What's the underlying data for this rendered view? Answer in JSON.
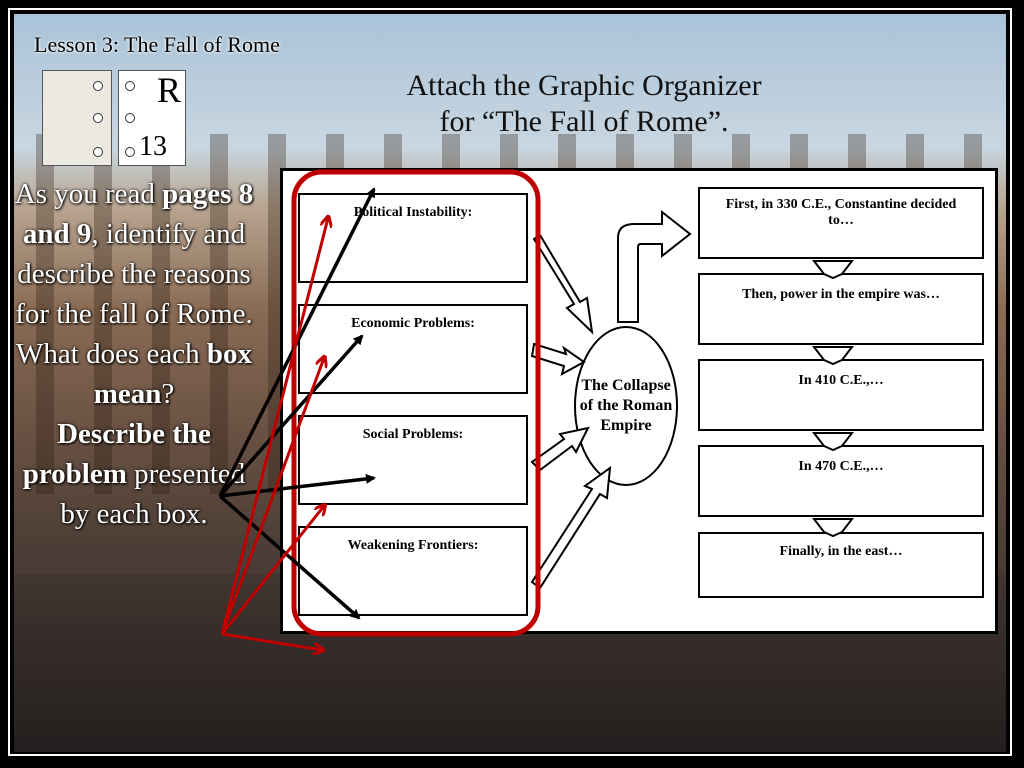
{
  "lesson_title": "Lesson 3: The Fall of Rome",
  "notebook": {
    "letter": "R",
    "number": "13"
  },
  "main_title": {
    "line1": "Attach the Graphic Organizer",
    "line2": "for “The Fall of Rome”."
  },
  "instructions": {
    "p1_a": "As you read",
    "p1_b": "pages 8 and 9",
    "p1_c": ", identify and describe the reasons for the fall of Rome.",
    "p2_a": "What does each ",
    "p2_b": "box mean",
    "p2_c": "?",
    "p3_a": "Describe the problem",
    "p3_b": " presented by each box."
  },
  "left_boxes": [
    {
      "label": "Political Instability:"
    },
    {
      "label": "Economic Problems:"
    },
    {
      "label": "Social Problems:"
    },
    {
      "label": "Weakening Frontiers:"
    }
  ],
  "center": {
    "label": "The Collapse of the Roman Empire"
  },
  "right_boxes": [
    {
      "label": "First, in 330 C.E., Constantine decided to…"
    },
    {
      "label": "Then, power in the empire was…"
    },
    {
      "label": "In 410 C.E.,…"
    },
    {
      "label": "In 470 C.E.,…"
    },
    {
      "label": "Finally, in the east…"
    }
  ],
  "colors": {
    "highlight": "#c00000",
    "arrow": "#000000"
  }
}
